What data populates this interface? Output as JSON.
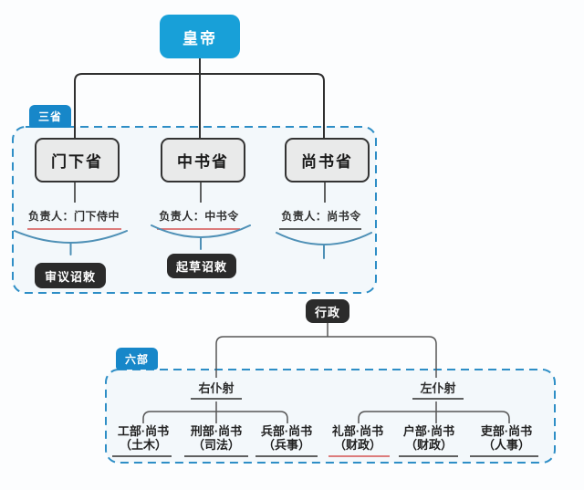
{
  "colors": {
    "emperor_blue": "#18a0d8",
    "tab_blue": "#1787c9",
    "panel_border_blue": "#2e8ec6",
    "panel_fill": "#f3f8fb",
    "badge_dark": "#2b2b2b",
    "brace_blue": "#4e90b6",
    "underline_red": "#d96a6a",
    "underline_dark": "#4a4a4a"
  },
  "emperor": {
    "label": "皇帝"
  },
  "three_departments": {
    "tag": "三省",
    "departments": [
      {
        "name": "门下省",
        "leader": "负责人：门下侍中",
        "underline": "red"
      },
      {
        "name": "中书省",
        "leader": "负责人：中书令",
        "underline": "red"
      },
      {
        "name": "尚书省",
        "leader": "负责人：尚书令",
        "underline": "dark"
      }
    ],
    "function_badges": [
      {
        "label": "审议诏敕"
      },
      {
        "label": "起草诏敕"
      }
    ]
  },
  "administration_badge": {
    "label": "行政"
  },
  "six_ministries": {
    "tag": "六部",
    "deputies": [
      {
        "label": "右仆射"
      },
      {
        "label": "左仆射"
      }
    ],
    "ministries": [
      {
        "name": "工部·尚书",
        "function": "（土木）",
        "underline": "dark"
      },
      {
        "name": "刑部·尚书",
        "function": "（司法）",
        "underline": "dark"
      },
      {
        "name": "兵部·尚书",
        "function": "（兵事）",
        "underline": "dark"
      },
      {
        "name": "礼部·尚书",
        "function": "（财政）",
        "underline": "red"
      },
      {
        "name": "户部·尚书",
        "function": "（财政）",
        "underline": "dark"
      },
      {
        "name": "吏部·尚书",
        "function": "（人事）",
        "underline": "dark"
      }
    ]
  }
}
